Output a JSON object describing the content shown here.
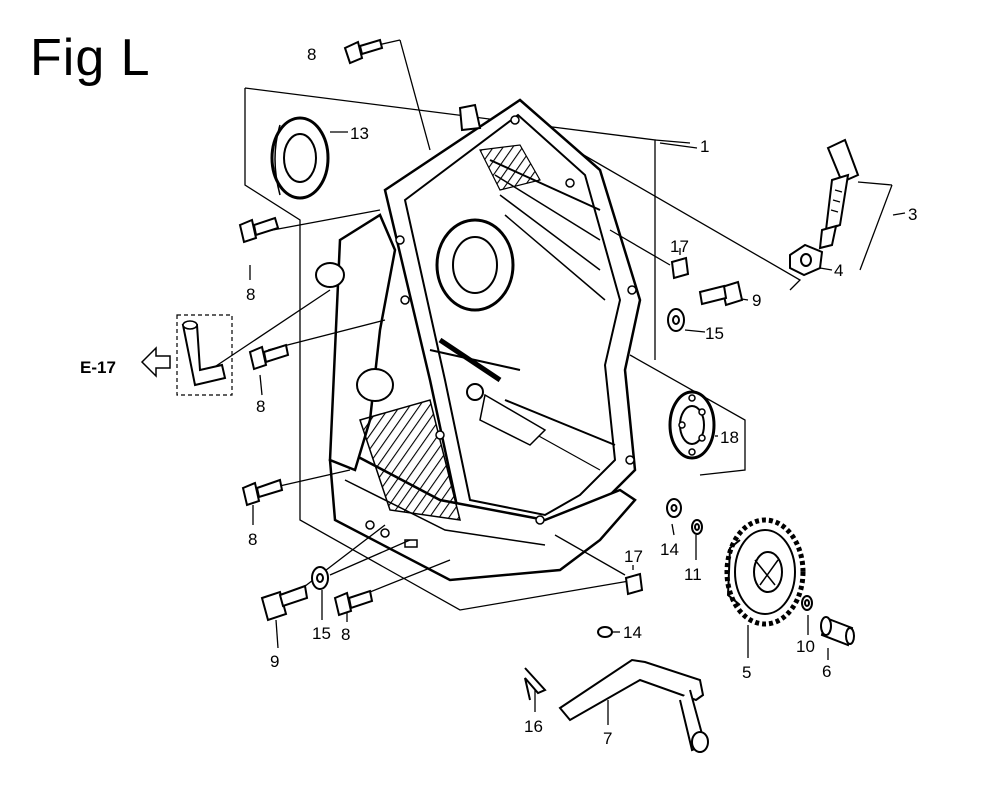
{
  "figure": {
    "title": "Fig L"
  },
  "reference": {
    "label": "E-17"
  },
  "callouts": {
    "c1": "1",
    "c3": "3",
    "c4": "4",
    "c5": "5",
    "c6": "6",
    "c7": "7",
    "c8a": "8",
    "c8b": "8",
    "c8c": "8",
    "c8d": "8",
    "c8e": "8",
    "c9a": "9",
    "c9b": "9",
    "c10": "10",
    "c11": "11",
    "c13": "13",
    "c14a": "14",
    "c14b": "14",
    "c15a": "15",
    "c15b": "15",
    "c16": "16",
    "c17a": "17",
    "c17b": "17",
    "c18": "18"
  }
}
